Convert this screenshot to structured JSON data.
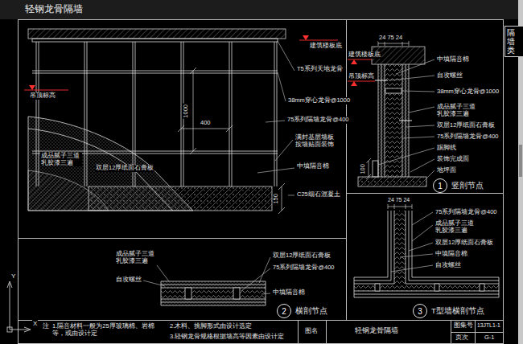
{
  "diagram": {
    "title": "轻钢龙骨隔墙",
    "nodes": [
      {
        "text": [
          "隔墙类"
        ]
      },
      {
        "text": [
          "1",
          "竖剖节点"
        ]
      },
      {
        "text": [
          "2",
          "横剖节点"
        ]
      },
      {
        "text": [
          "3",
          "T型墙横剖节点"
        ]
      }
    ],
    "labels": [
      "建筑楼板底",
      "T5系列天地龙骨",
      "38mm穿心龙骨@1000",
      "75系列隔墙龙骨@400",
      "满封基层墙板 按墙贴面装饰",
      "中填隔音棉",
      "C25细石混凝土",
      "吊顶标高",
      "1000",
      "400",
      "150",
      "成品腻子三道 乳胶漆三遍",
      "双层12厚纸面石膏板",
      "建筑楼板底",
      "24 75 24",
      "中填隔音棉",
      "自攻螺丝",
      "38mm穿心龙骨@1000",
      "成品腻子三道 乳胶漆三遍",
      "双层12厚纸面石膏板",
      "75系列隔墙龙骨@400",
      "踢脚线",
      "装饰完成面",
      "地坪面",
      "吊顶标高",
      "100",
      "24 75 24",
      "75系列隔墙龙骨@400",
      "成品腻子三道 乳胶漆三遍",
      "双层12厚纸面石膏板",
      "中填隔音棉",
      "自攻螺丝",
      "成品腻子三道 乳胶漆三遍",
      "双层12厚纸面石膏板",
      "75系列隔墙龙骨@400",
      "自攻螺丝",
      "中填隔音棉",
      "注：",
      "1.隔音材料一般为25厚玻璃棉、岩棉等，或由设计定",
      "2.木料、挑脚形式由设计选定",
      "3.轻钢龙骨规格根据墙高等因素由设计定",
      "图名",
      "轻钢龙骨隔墙",
      "图集号",
      "13JTL1-1",
      "页次",
      "G-1",
      "Y",
      "X"
    ]
  }
}
